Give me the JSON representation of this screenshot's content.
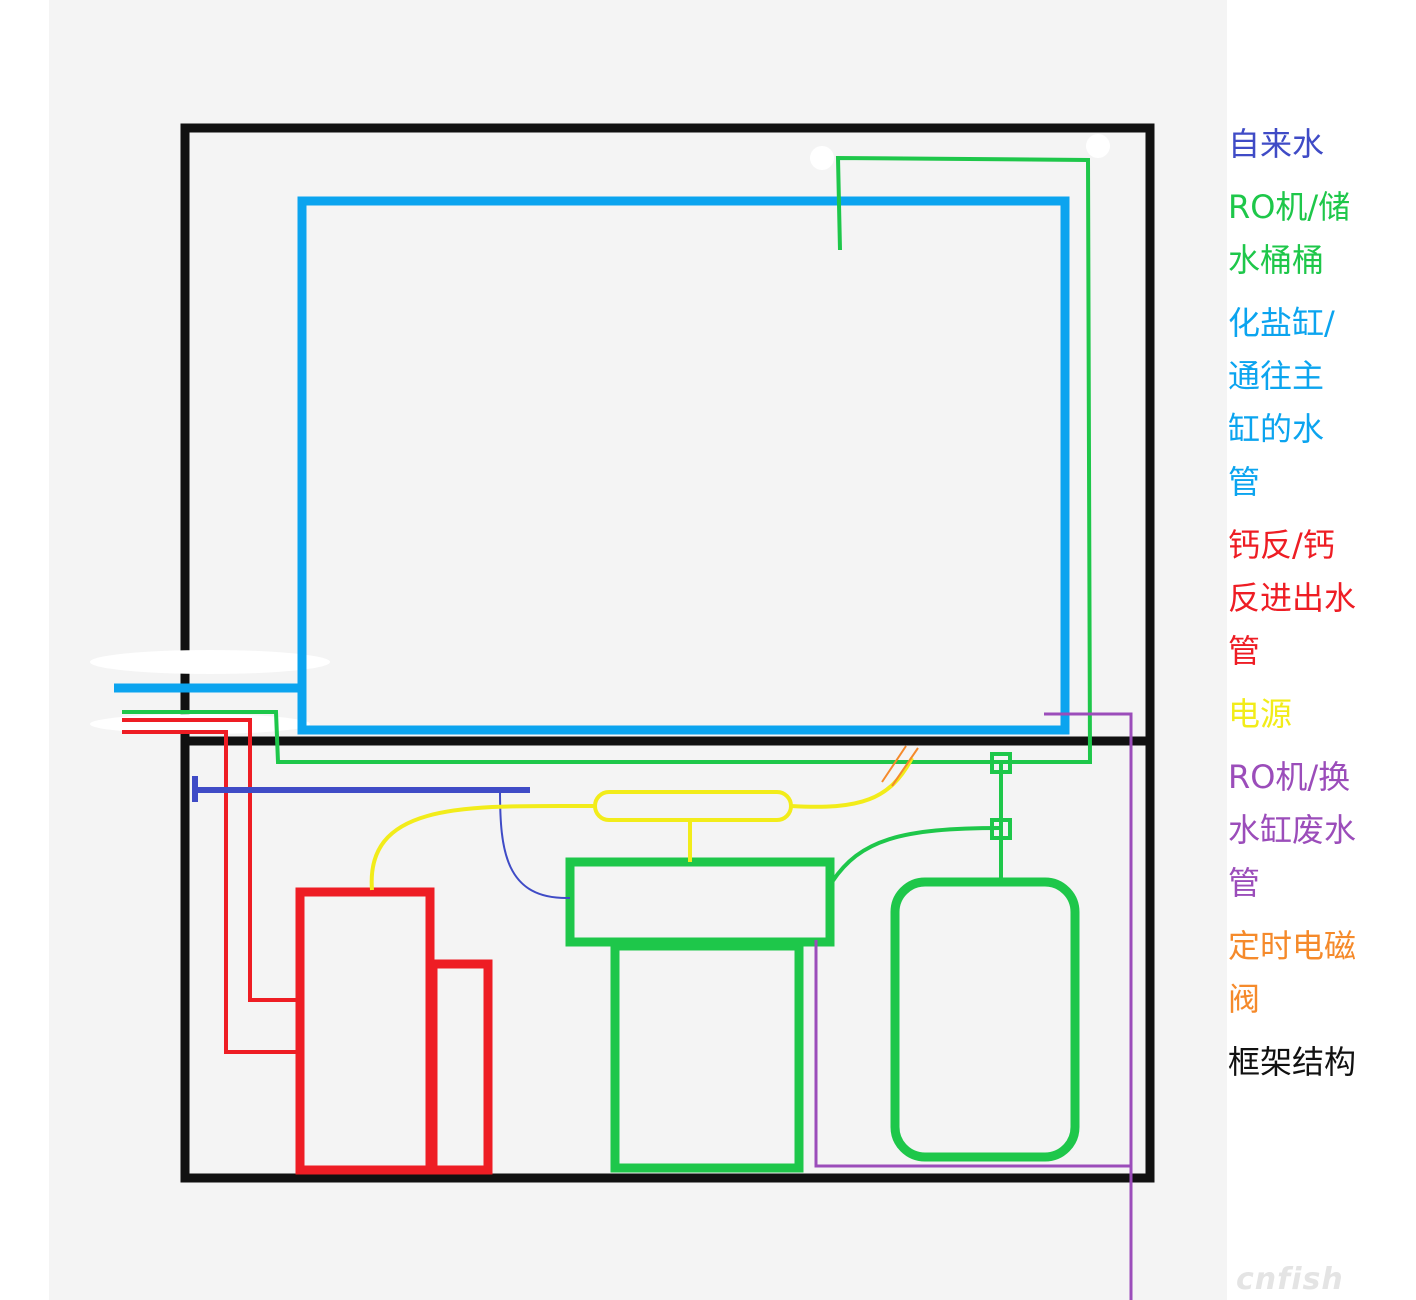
{
  "legend": [
    {
      "label": "自来水",
      "color": "#3f4bc6"
    },
    {
      "label": "RO机/储\n水桶桶",
      "color": "#1ec74a"
    },
    {
      "label": "化盐缸/\n通往主\n缸的水\n管",
      "color": "#0ba4ef"
    },
    {
      "label": "钙反/钙\n反进出水\n管",
      "color": "#ee1d24"
    },
    {
      "label": "电源",
      "color": "#f2ec1a"
    },
    {
      "label": "RO机/换\n水缸废水\n管",
      "color": "#9b4dba"
    },
    {
      "label": "定时电磁\n阀",
      "color": "#f58a2b"
    },
    {
      "label": "框架结构",
      "color": "#111111"
    }
  ],
  "watermark": "cnfish"
}
